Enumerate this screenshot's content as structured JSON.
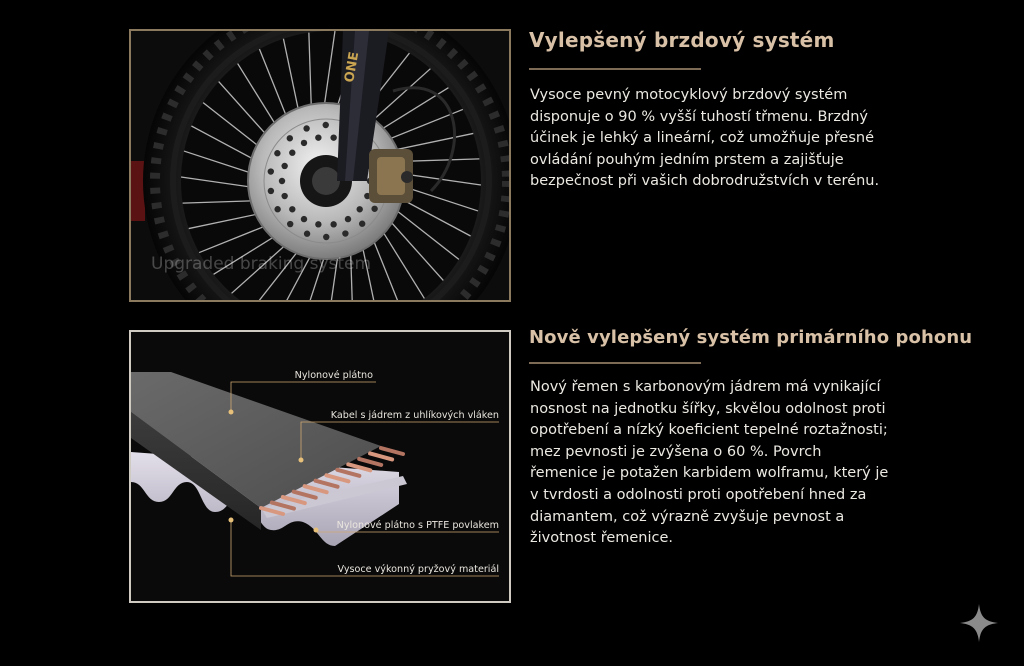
{
  "brake_section": {
    "title": "Vylepšený brzdový systém",
    "paragraph_lines": [
      "Vysoce pevný motocyklový brzdový systém",
      "disponuje o 90 % vyšší tuhostí třmenu. Brzdný",
      "účinek je lehký a lineární, což umožňuje přesné",
      "ovládání pouhým jedním prstem a zajišťuje",
      "bezpečnost při vašich dobrodružstvích v terénu."
    ],
    "image_watermark": "Upgraded braking system",
    "fork_decal": "ONE"
  },
  "drive_section": {
    "title": "Nově vylepšený systém primárního pohonu",
    "paragraph_lines": [
      "Nový řemen s karbonovým jádrem má vynikající",
      "nosnost na jednotku šířky, skvělou odolnost proti",
      "opotřebení a nízký koeficient tepelné roztažnosti;",
      "mez pevnosti je zvýšena o 60 %. Povrch",
      "řemenice je potažen karbidem wolframu, který je",
      "v tvrdosti a odolnosti proti opotřebení hned za",
      "diamantem, což výrazně zvyšuje pevnost a",
      "životnost řemenice."
    ],
    "belt_labels": {
      "nylon_canvas": "Nylonové plátno",
      "carbon_cable": "Kabel s jádrem z uhlíkových vláken",
      "ptfe_canvas": "Nylonové plátno s PTFE povlakem",
      "rubber": "Vysoce výkonný pryžový materiál"
    }
  },
  "colors": {
    "background": "#000000",
    "heading": "#d8c1a6",
    "body_text": "#ece9e2",
    "accent_rule": "#7d6b55",
    "belt_callout": "#cfa873",
    "carbon_core": "#c98a72"
  },
  "icons": {
    "corner": "sparkle-icon"
  }
}
